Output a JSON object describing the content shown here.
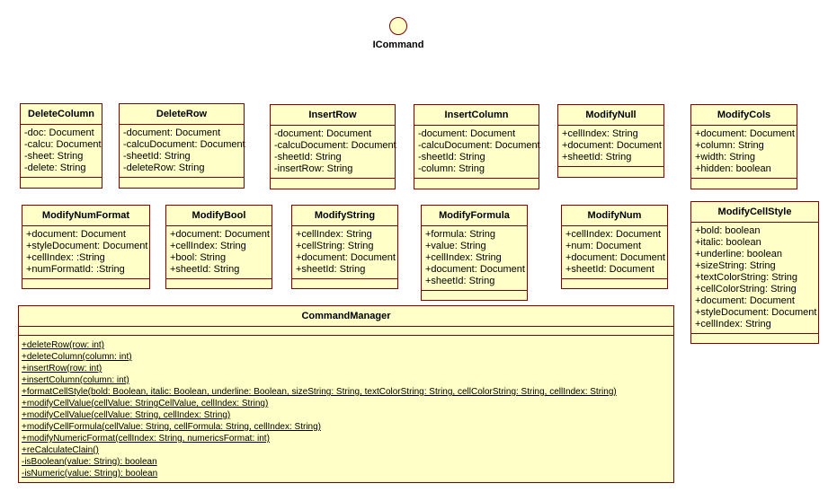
{
  "interface": {
    "name": "ICommand"
  },
  "classes": [
    {
      "name": "DeleteColumn",
      "attributes": [
        "-doc: Document",
        "-calcu: Document",
        "-sheet: String",
        "-delete: String"
      ],
      "operations": []
    },
    {
      "name": "DeleteRow",
      "attributes": [
        "-document: Document",
        "-calcuDocument: Document",
        "-sheetId: String",
        "-deleteRow: String"
      ],
      "operations": []
    },
    {
      "name": "InsertRow",
      "attributes": [
        "-document: Document",
        "-calcuDocument: Document",
        "-sheetId: String",
        "-insertRow: String"
      ],
      "operations": []
    },
    {
      "name": "InsertColumn",
      "attributes": [
        "-document: Document",
        "-calcuDocument: Document",
        "-sheetId: String",
        "-column: String"
      ],
      "operations": []
    },
    {
      "name": "ModifyNull",
      "attributes": [
        "+cellIndex: String",
        "+document: Document",
        "+sheetId: String"
      ],
      "operations": []
    },
    {
      "name": "ModifyCols",
      "attributes": [
        "+document: Document",
        "+column: String",
        "+width: String",
        "+hidden: boolean"
      ],
      "operations": []
    },
    {
      "name": "ModifyNumFormat",
      "attributes": [
        "+document: Document",
        "+styleDocument: Document",
        "+cellIndex: :String",
        "+numFormatId: :String"
      ],
      "operations": []
    },
    {
      "name": "ModifyBool",
      "attributes": [
        "+document: Document",
        "+cellIndex: String",
        "+bool: String",
        "+sheetId: String"
      ],
      "operations": []
    },
    {
      "name": "ModifyString",
      "attributes": [
        "+cellIndex: String",
        "+cellString: String",
        "+document: Document",
        "+sheetId: String"
      ],
      "operations": []
    },
    {
      "name": "ModifyFormula",
      "attributes": [
        "+formula: String",
        "+value: String",
        "+cellIndex: String",
        "+document: Document",
        "+sheetId: String"
      ],
      "operations": []
    },
    {
      "name": "ModifyNum",
      "attributes": [
        "+cellIndex: Document",
        "+num: Document",
        "+document: Document",
        "+sheetId: Document"
      ],
      "operations": []
    },
    {
      "name": "ModifyCellStyle",
      "attributes": [
        "+bold: boolean",
        "+italic: boolean",
        "+underline: boolean",
        "+sizeString: String",
        "+textColorString: String",
        "+cellColorString: String",
        "+document: Document",
        "+styleDocument: Document",
        "+cellIndex: String"
      ],
      "operations": []
    },
    {
      "name": "CommandManager",
      "attributes": [],
      "operations": [
        "+deleteRow(row: int)",
        "+deleteColumn(column: int)",
        "+insertRow(row: int)",
        "+insertColumn(column: int)",
        "+formatCellStyle(bold: Boolean, italic: Boolean, underline: Boolean, sizeString: String, textColorString: String, cellColorString: String, cellIndex: String)",
        "+modifyCellValue(cellValue: StringCellValue, cellIndex: String)",
        "+modifyCellValue(cellValue: String, cellIndex: String)",
        "+modifyCellFormula(cellValue: String, cellFormula: String, cellIndex: String)",
        "+modifyNumericFormat(cellIndex: String, numericsFormat: int)",
        "+reCalculateClain()",
        "-isBoolean(value: String): boolean",
        "-isNumeric(value: String): boolean"
      ]
    }
  ],
  "colors": {
    "fill": "#ffffc8",
    "border": "#800000"
  }
}
